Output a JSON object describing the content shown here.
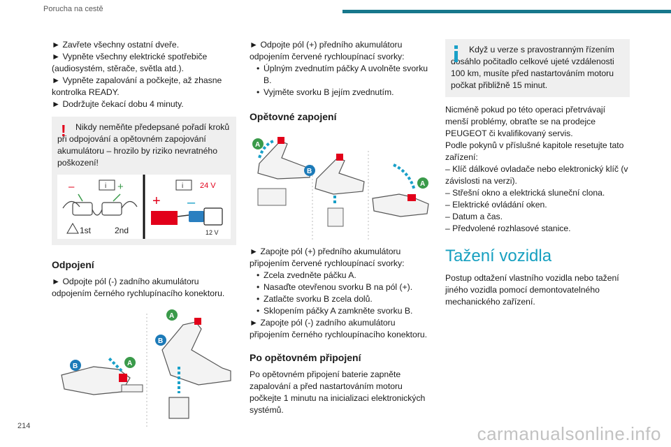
{
  "header": {
    "section_title": "Porucha na cestě",
    "accent_color": "#17788c"
  },
  "page": {
    "number": "214",
    "watermark": "carmanualsonline.info"
  },
  "col1": {
    "steps": [
      "► Zavřete všechny ostatní dveře.",
      "► Vypněte všechny elektrické spotřebiče (audiosystém, stěrače, světla atd.).",
      "► Vypněte zapalování a počkejte, až zhasne kontrolka READY.",
      "► Dodržujte čekací dobu 4 minuty."
    ],
    "warning": "Nikdy neměňte předepsané pořadí kroků při odpojování a opětovném zapojování akumulátoru – hrozilo by riziko nevratného poškození!",
    "warning_figure": {
      "minus": "–",
      "plus": "+",
      "info_symbol": "i",
      "first": "1st",
      "second": "2nd",
      "voltage": "24 V",
      "battery_label": "12 V"
    },
    "disconnect": {
      "heading": "Odpojení",
      "text": "► Odpojte pól (-) zadního akumulátoru odpojením černého rychlupínacího konektoru."
    },
    "figure_labels": {
      "a": "A",
      "b": "B"
    }
  },
  "col2": {
    "intro": "► Odpojte pól (+) předního akumulátoru odpojením červené rychloupínací svorky:",
    "intro_bullets": [
      "Úplným zvednutím páčky A uvolněte svorku B.",
      "Vyjměte svorku B jejím zvednutím."
    ],
    "reconnect": {
      "heading": "Opětovné zapojení",
      "text1": "► Zapojte pól (+) předního akumulátoru připojením červené rychloupínací svorky:",
      "bullets": [
        "Zcela zvedněte páčku A.",
        "Nasaďte otevřenou svorku B na pól (+).",
        "Zatlačte svorku B zcela dolů.",
        "Sklopením páčky A zamkněte svorku B."
      ],
      "text2": "► Zapojte pól (-) zadního akumulátoru připojením černého rychloupínacího konektoru."
    },
    "after": {
      "heading": "Po opětovném připojení",
      "text": "Po opětovném připojení baterie zapněte zapalování a před nastartováním motoru počkejte 1 minutu na inicializaci elektronických systémů."
    },
    "figure_labels": {
      "a": "A",
      "b": "B"
    }
  },
  "col3": {
    "info": "Když u verze s pravostranným řízením dosáhlo počitadlo celkové ujeté vzdálenosti 100 km, musíte před nastartováním motoru počkat přibližně 15 minut.",
    "para1": "Nicméně pokud po této operaci přetrvávají menší problémy, obraťte se na prodejce PEUGEOT či kvalifikovaný servis.",
    "para2": "Podle pokynů v příslušné kapitole resetujte tato zařízení:",
    "list": [
      "– Klíč dálkové ovladače nebo elektronický klíč (v závislosti na verzi).",
      "– Střešní okno a elektrická sluneční clona.",
      "– Elektrické ovládání oken.",
      "– Datum a čas.",
      "– Předvolené rozhlasové stanice."
    ],
    "towing": {
      "heading": "Tažení vozidla",
      "text": "Postup odtažení vlastního vozidla nebo tažení jiného vozidla pomocí demontovatelného mechanického zařízení."
    }
  },
  "colors": {
    "warning_red": "#e2001a",
    "info_blue": "#19a0c8",
    "heading_blue": "#17a0c0",
    "box_gray": "#efefef",
    "callout_green": "#3a9a4a",
    "callout_blue": "#1c7ab8"
  }
}
